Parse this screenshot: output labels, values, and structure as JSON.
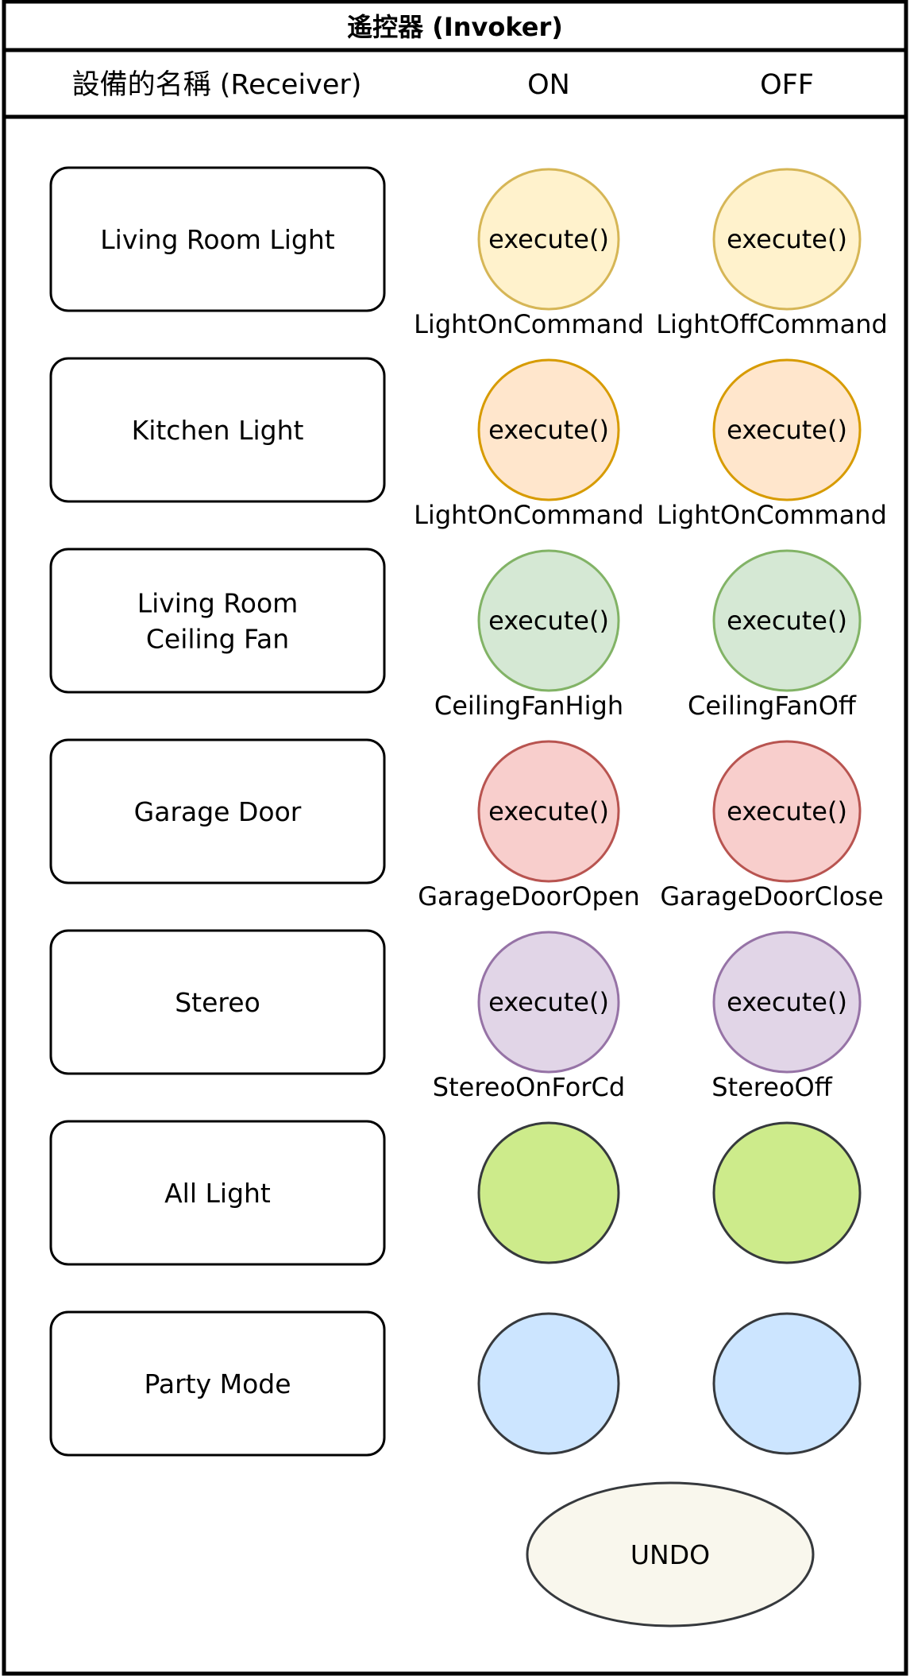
{
  "title": "遙控器 (Invoker)",
  "columns": {
    "receiver": "設備的名稱 (Receiver)",
    "on": "ON",
    "off": "OFF"
  },
  "colors": {
    "yellow": {
      "fill": "#fff2cc",
      "stroke": "#d6b656"
    },
    "orange": {
      "fill": "#ffe6cc",
      "stroke": "#d79b00"
    },
    "green": {
      "fill": "#d5e8d4",
      "stroke": "#82b366"
    },
    "red": {
      "fill": "#f8cecc",
      "stroke": "#b85450"
    },
    "purple": {
      "fill": "#e1d5e7",
      "stroke": "#9673a6"
    },
    "lime": {
      "fill": "#cdeb8b",
      "stroke": "#36393d"
    },
    "blue": {
      "fill": "#cce5ff",
      "stroke": "#36393d"
    },
    "undo": {
      "fill": "#f9f7ed",
      "stroke": "#36393d"
    }
  },
  "slots": [
    {
      "device": [
        "Living Room Light"
      ],
      "color": "yellow",
      "on": {
        "button": "execute()",
        "command": "LightOnCommand"
      },
      "off": {
        "button": "execute()",
        "command": "LightOffCommand"
      }
    },
    {
      "device": [
        "Kitchen Light"
      ],
      "color": "orange",
      "on": {
        "button": "execute()",
        "command": "LightOnCommand"
      },
      "off": {
        "button": "execute()",
        "command": "LightOnCommand"
      }
    },
    {
      "device": [
        "Living Room",
        "Ceiling Fan"
      ],
      "color": "green",
      "on": {
        "button": "execute()",
        "command": "CeilingFanHigh"
      },
      "off": {
        "button": "execute()",
        "command": "CeilingFanOff"
      }
    },
    {
      "device": [
        "Garage Door"
      ],
      "color": "red",
      "on": {
        "button": "execute()",
        "command": "GarageDoorOpen"
      },
      "off": {
        "button": "execute()",
        "command": "GarageDoorClose"
      }
    },
    {
      "device": [
        "Stereo"
      ],
      "color": "purple",
      "on": {
        "button": "execute()",
        "command": "StereoOnForCd"
      },
      "off": {
        "button": "execute()",
        "command": "StereoOff"
      }
    },
    {
      "device": [
        "All Light"
      ],
      "color": "lime",
      "on": {
        "button": "",
        "command": ""
      },
      "off": {
        "button": "",
        "command": ""
      }
    },
    {
      "device": [
        "Party Mode"
      ],
      "color": "blue",
      "on": {
        "button": "",
        "command": ""
      },
      "off": {
        "button": "",
        "command": ""
      }
    }
  ],
  "undo": {
    "label": "UNDO"
  }
}
